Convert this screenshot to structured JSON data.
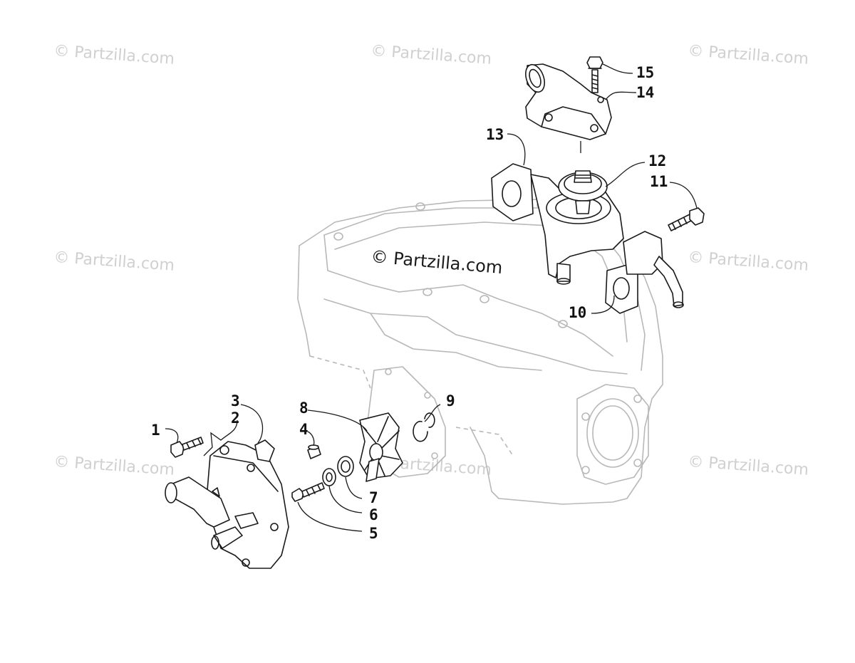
{
  "watermark": {
    "text": "© Partzilla.com",
    "center_text": "© Partzilla.com"
  },
  "callouts": {
    "c1": "1",
    "c2": "2",
    "c3": "3",
    "c4": "4",
    "c5": "5",
    "c6": "6",
    "c7": "7",
    "c8": "8",
    "c9": "9",
    "c10": "10",
    "c11": "11",
    "c12": "12",
    "c13": "13",
    "c14": "14",
    "c15": "15"
  },
  "colors": {
    "line": "#1a1a1a",
    "engine_ghost": "#b8b8b8",
    "watermark": "#d0d0d0",
    "background": "#ffffff"
  }
}
